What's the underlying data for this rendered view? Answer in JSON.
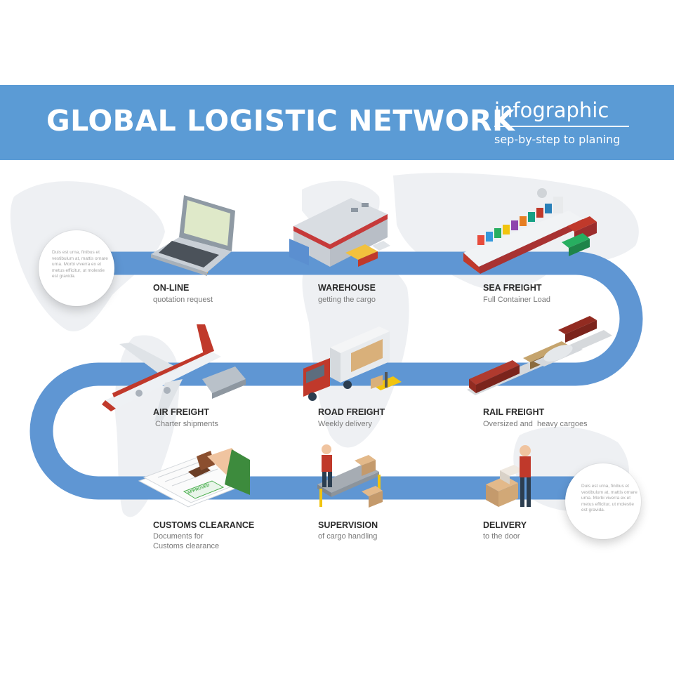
{
  "header": {
    "title": "GLOBAL LOGISTIC NETWORK",
    "subtitle": "infographic",
    "caption": "sep-by-step to planing"
  },
  "notes": [
    {
      "text": "Duis est urna, finibus et vestibulum at, mattis ornare urna. Morbi viverra ex et metus efficitur, ut molestie est gravida."
    },
    {
      "text": "Duis est urna, finibus et vestibulum at, mattis ornare urna. Morbi viverra ex et metus efficitur, ut molestie est gravida."
    }
  ],
  "steps": [
    {
      "title": "ON-LINE",
      "desc": "quotation request"
    },
    {
      "title": "WAREHOUSE",
      "desc": "getting the cargo"
    },
    {
      "title": "SEA FREIGHT",
      "desc": "Full Container Load"
    },
    {
      "title": "AIR FREIGHT",
      "desc": "Charter shipments"
    },
    {
      "title": "ROAD FREIGHT",
      "desc": "Weekly delivery"
    },
    {
      "title": "RAIL FREIGHT",
      "desc": "Oversized and  heavy cargoes"
    },
    {
      "title": "CUSTOMS CLEARANCE",
      "desc": "Documents for Customs clearance"
    },
    {
      "title": "SUPERVISION",
      "desc": "of cargo handling"
    },
    {
      "title": "DELIVERY",
      "desc": "to the door"
    }
  ],
  "stamp_text": "APPROVED",
  "colors": {
    "accent": "#5b9bd5",
    "route": "#5f96d3",
    "map": "#eef0f3",
    "text": "#2b2b2b"
  },
  "icons": [
    "laptop-icon",
    "warehouse-icon",
    "container-ship-icon",
    "airplane-icon",
    "truck-icon",
    "train-icon",
    "stamp-icon",
    "conveyor-icon",
    "courier-icon"
  ]
}
